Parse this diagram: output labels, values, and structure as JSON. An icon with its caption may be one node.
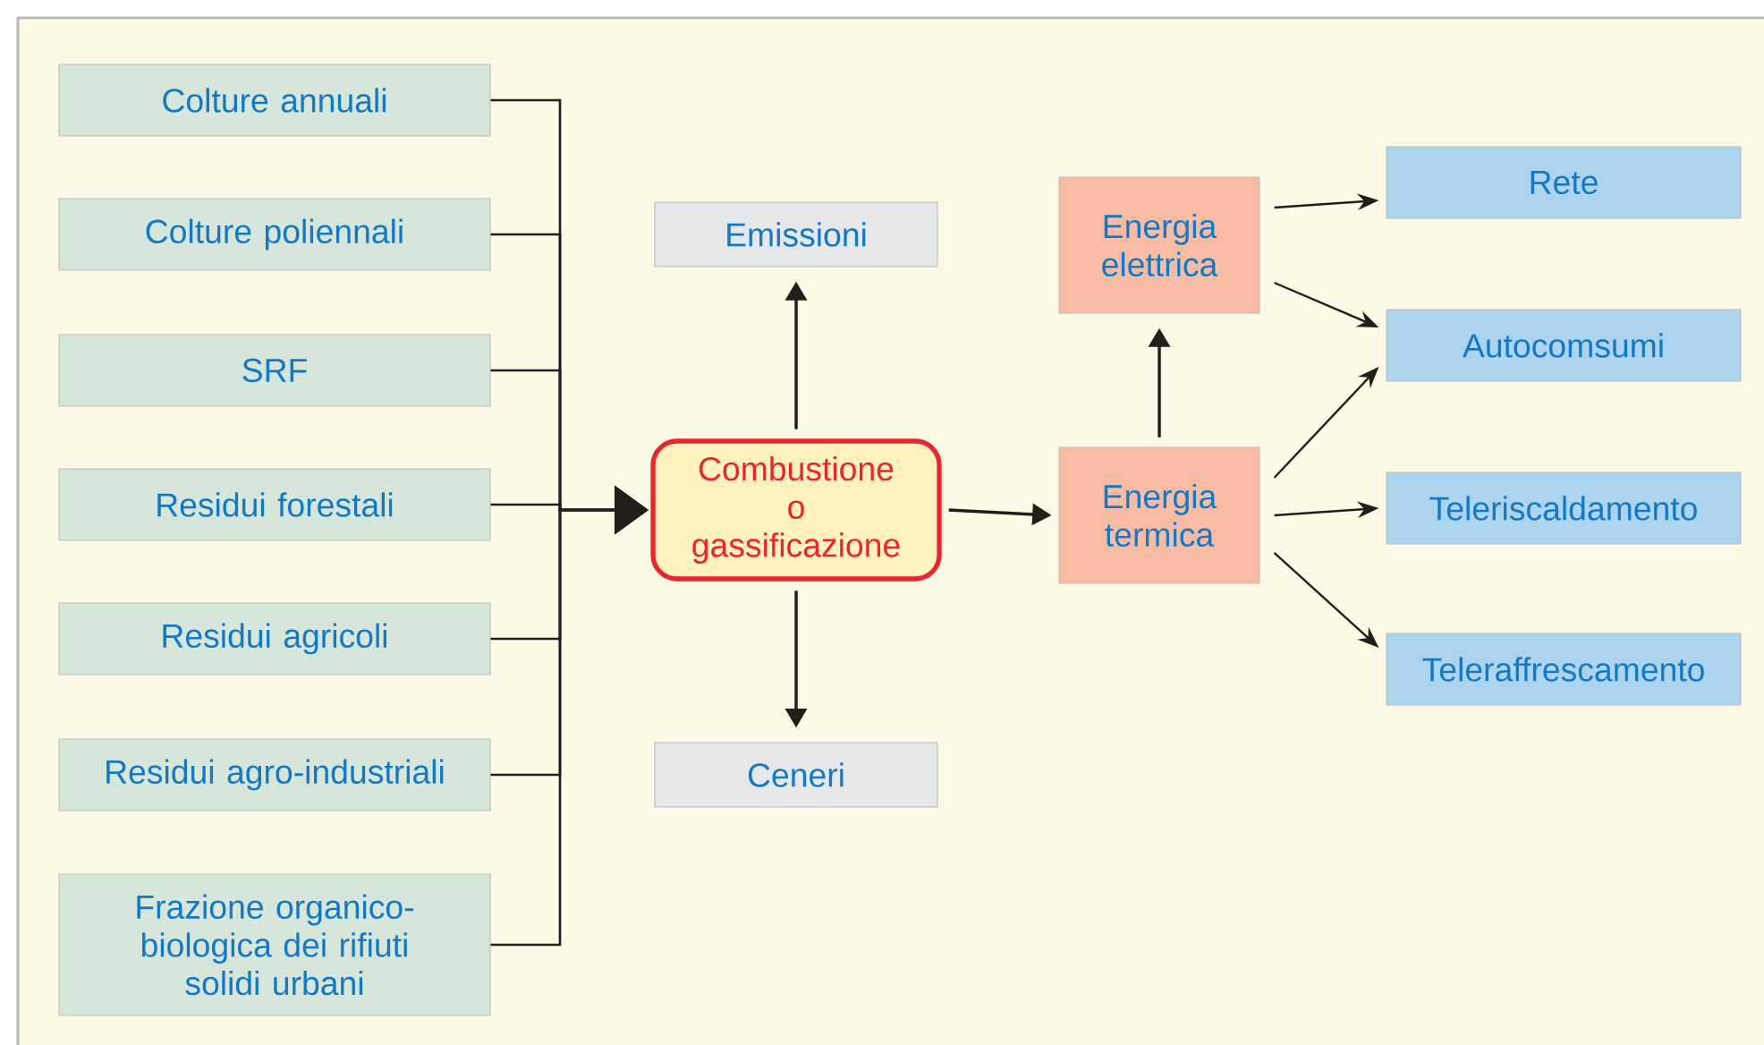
{
  "diagram": {
    "nodes": [
      {
        "text": [
          "Colture annuali"
        ]
      },
      {
        "text": [
          "Colture poliennali"
        ]
      },
      {
        "text": [
          "SRF"
        ]
      },
      {
        "text": [
          "Residui forestali"
        ]
      },
      {
        "text": [
          "Residui agricoli"
        ]
      },
      {
        "text": [
          "Residui agro-industriali"
        ]
      },
      {
        "text": [
          "Frazione organico-biologica dei rifiuti solidi urbani"
        ]
      },
      {
        "text": [
          "Emissioni"
        ]
      },
      {
        "text": [
          "Combustione o gassificazione"
        ]
      },
      {
        "text": [
          "Ceneri"
        ]
      },
      {
        "text": [
          "Energia elettrica"
        ]
      },
      {
        "text": [
          "Energia termica"
        ]
      },
      {
        "text": [
          "Rete"
        ]
      },
      {
        "text": [
          "Autocomsumi"
        ]
      },
      {
        "text": [
          "Teleriscaldamento"
        ]
      },
      {
        "text": [
          "Teleraffrescamento"
        ]
      }
    ],
    "edges": [
      {
        "from": 0,
        "to": 8,
        "arrow": "to"
      },
      {
        "from": 1,
        "to": 8,
        "arrow": "to"
      },
      {
        "from": 2,
        "to": 8,
        "arrow": "to"
      },
      {
        "from": 3,
        "to": 8,
        "arrow": "to"
      },
      {
        "from": 4,
        "to": 8,
        "arrow": "to"
      },
      {
        "from": 5,
        "to": 8,
        "arrow": "to"
      },
      {
        "from": 6,
        "to": 8,
        "arrow": "to"
      },
      {
        "from": 8,
        "to": 7,
        "arrow": "to"
      },
      {
        "from": 8,
        "to": 9,
        "arrow": "to"
      },
      {
        "from": 8,
        "to": 11,
        "arrow": "to"
      },
      {
        "from": 11,
        "to": 10,
        "arrow": "to"
      },
      {
        "from": 10,
        "to": 12,
        "arrow": "to"
      },
      {
        "from": 10,
        "to": 13,
        "arrow": "to"
      },
      {
        "from": 11,
        "to": 13,
        "arrow": "to"
      },
      {
        "from": 11,
        "to": 14,
        "arrow": "to"
      },
      {
        "from": 11,
        "to": 15,
        "arrow": "to"
      }
    ]
  }
}
